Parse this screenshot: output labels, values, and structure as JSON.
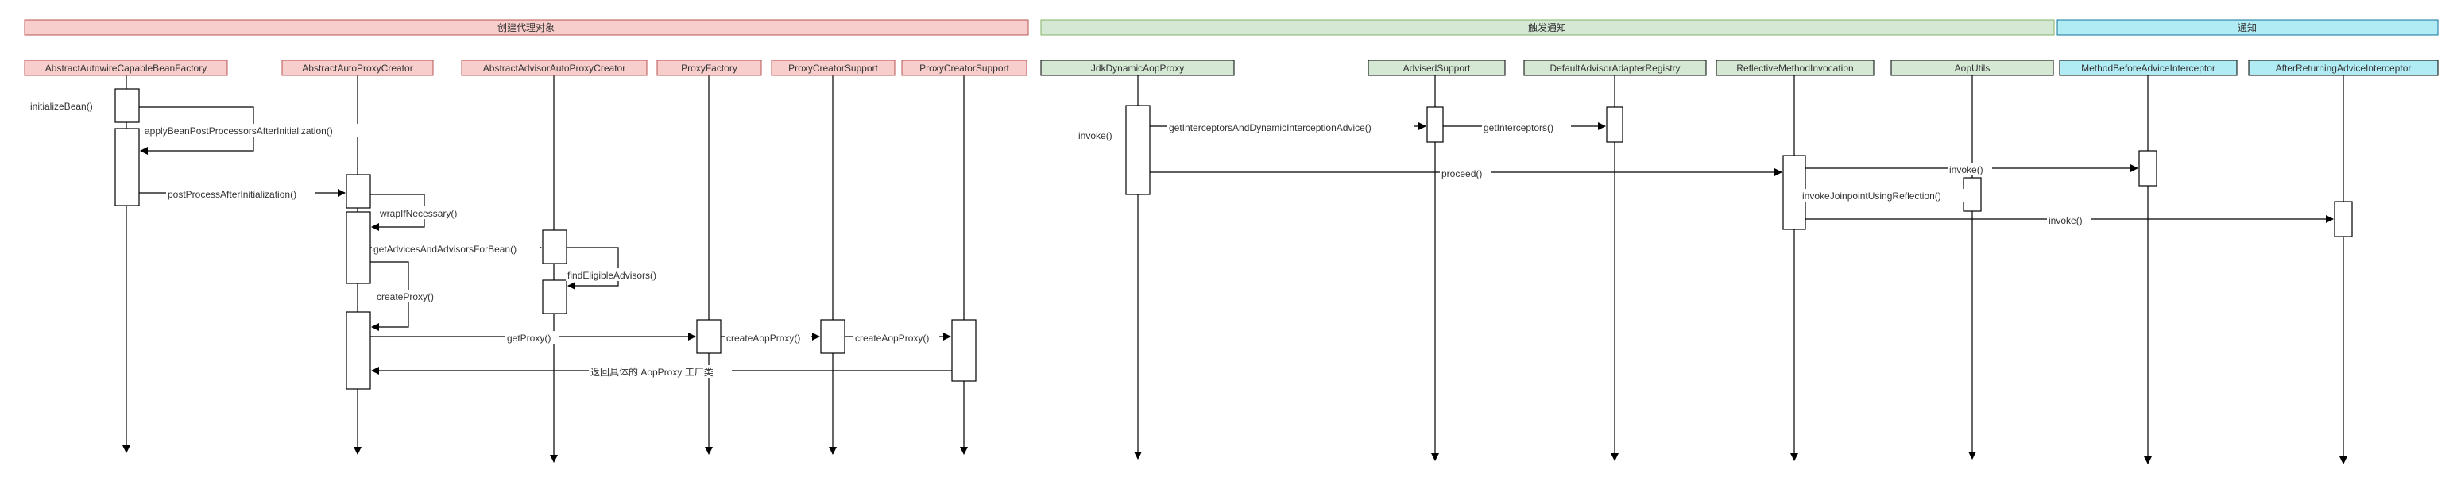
{
  "colors": {
    "pink_fill": "#F8CECC",
    "pink_stroke": "#B85450",
    "green_fill": "#D5E8D4",
    "green_stroke": "#82B366",
    "blue_fill": "#B1EBF3",
    "blue_stroke": "#10739E",
    "line": "#000000"
  },
  "groups": [
    {
      "id": "g1",
      "label": "创建代理对象"
    },
    {
      "id": "g2",
      "label": "触发通知"
    },
    {
      "id": "g3",
      "label": "通知"
    }
  ],
  "participants": [
    {
      "id": "p1",
      "label": "AbstractAutowireCapableBeanFactory"
    },
    {
      "id": "p2",
      "label": "AbstractAutoProxyCreator"
    },
    {
      "id": "p3",
      "label": "AbstractAdvisorAutoProxyCreator"
    },
    {
      "id": "p4",
      "label": "ProxyFactory"
    },
    {
      "id": "p5",
      "label": "ProxyCreatorSupport"
    },
    {
      "id": "p6",
      "label": "ProxyCreatorSupport"
    },
    {
      "id": "p7",
      "label": "JdkDynamicAopProxy"
    },
    {
      "id": "p8",
      "label": "AdvisedSupport"
    },
    {
      "id": "p9",
      "label": "DefaultAdvisorAdapterRegistry"
    },
    {
      "id": "p10",
      "label": "ReflectiveMethodInvocation"
    },
    {
      "id": "p11",
      "label": "AopUtils"
    },
    {
      "id": "p12",
      "label": "MethodBeforeAdviceInterceptor"
    },
    {
      "id": "p13",
      "label": "AfterReturningAdviceInterceptor"
    }
  ],
  "messages": [
    {
      "id": "m1",
      "label": "initializeBean()"
    },
    {
      "id": "m2",
      "label": "applyBeanPostProcessorsAfterInitialization()"
    },
    {
      "id": "m3",
      "label": "postProcessAfterInitialization()"
    },
    {
      "id": "m4",
      "label": "wrapIfNecessary()"
    },
    {
      "id": "m5",
      "label": "getAdvicesAndAdvisorsForBean()"
    },
    {
      "id": "m6",
      "label": "findEligibleAdvisors()"
    },
    {
      "id": "m7",
      "label": "createProxy()"
    },
    {
      "id": "m8",
      "label": "getProxy()"
    },
    {
      "id": "m9",
      "label": "createAopProxy()"
    },
    {
      "id": "m10",
      "label": "createAopProxy()"
    },
    {
      "id": "m11",
      "label": "返回具体的 AopProxy 工厂类"
    },
    {
      "id": "m12",
      "label": "invoke()"
    },
    {
      "id": "m13",
      "label": "getInterceptorsAndDynamicInterceptionAdvice()"
    },
    {
      "id": "m14",
      "label": "getInterceptors()"
    },
    {
      "id": "m15",
      "label": "proceed()"
    },
    {
      "id": "m16",
      "label": "invoke()"
    },
    {
      "id": "m17",
      "label": "invokeJoinpointUsingReflection()"
    },
    {
      "id": "m18",
      "label": "invoke()"
    }
  ]
}
